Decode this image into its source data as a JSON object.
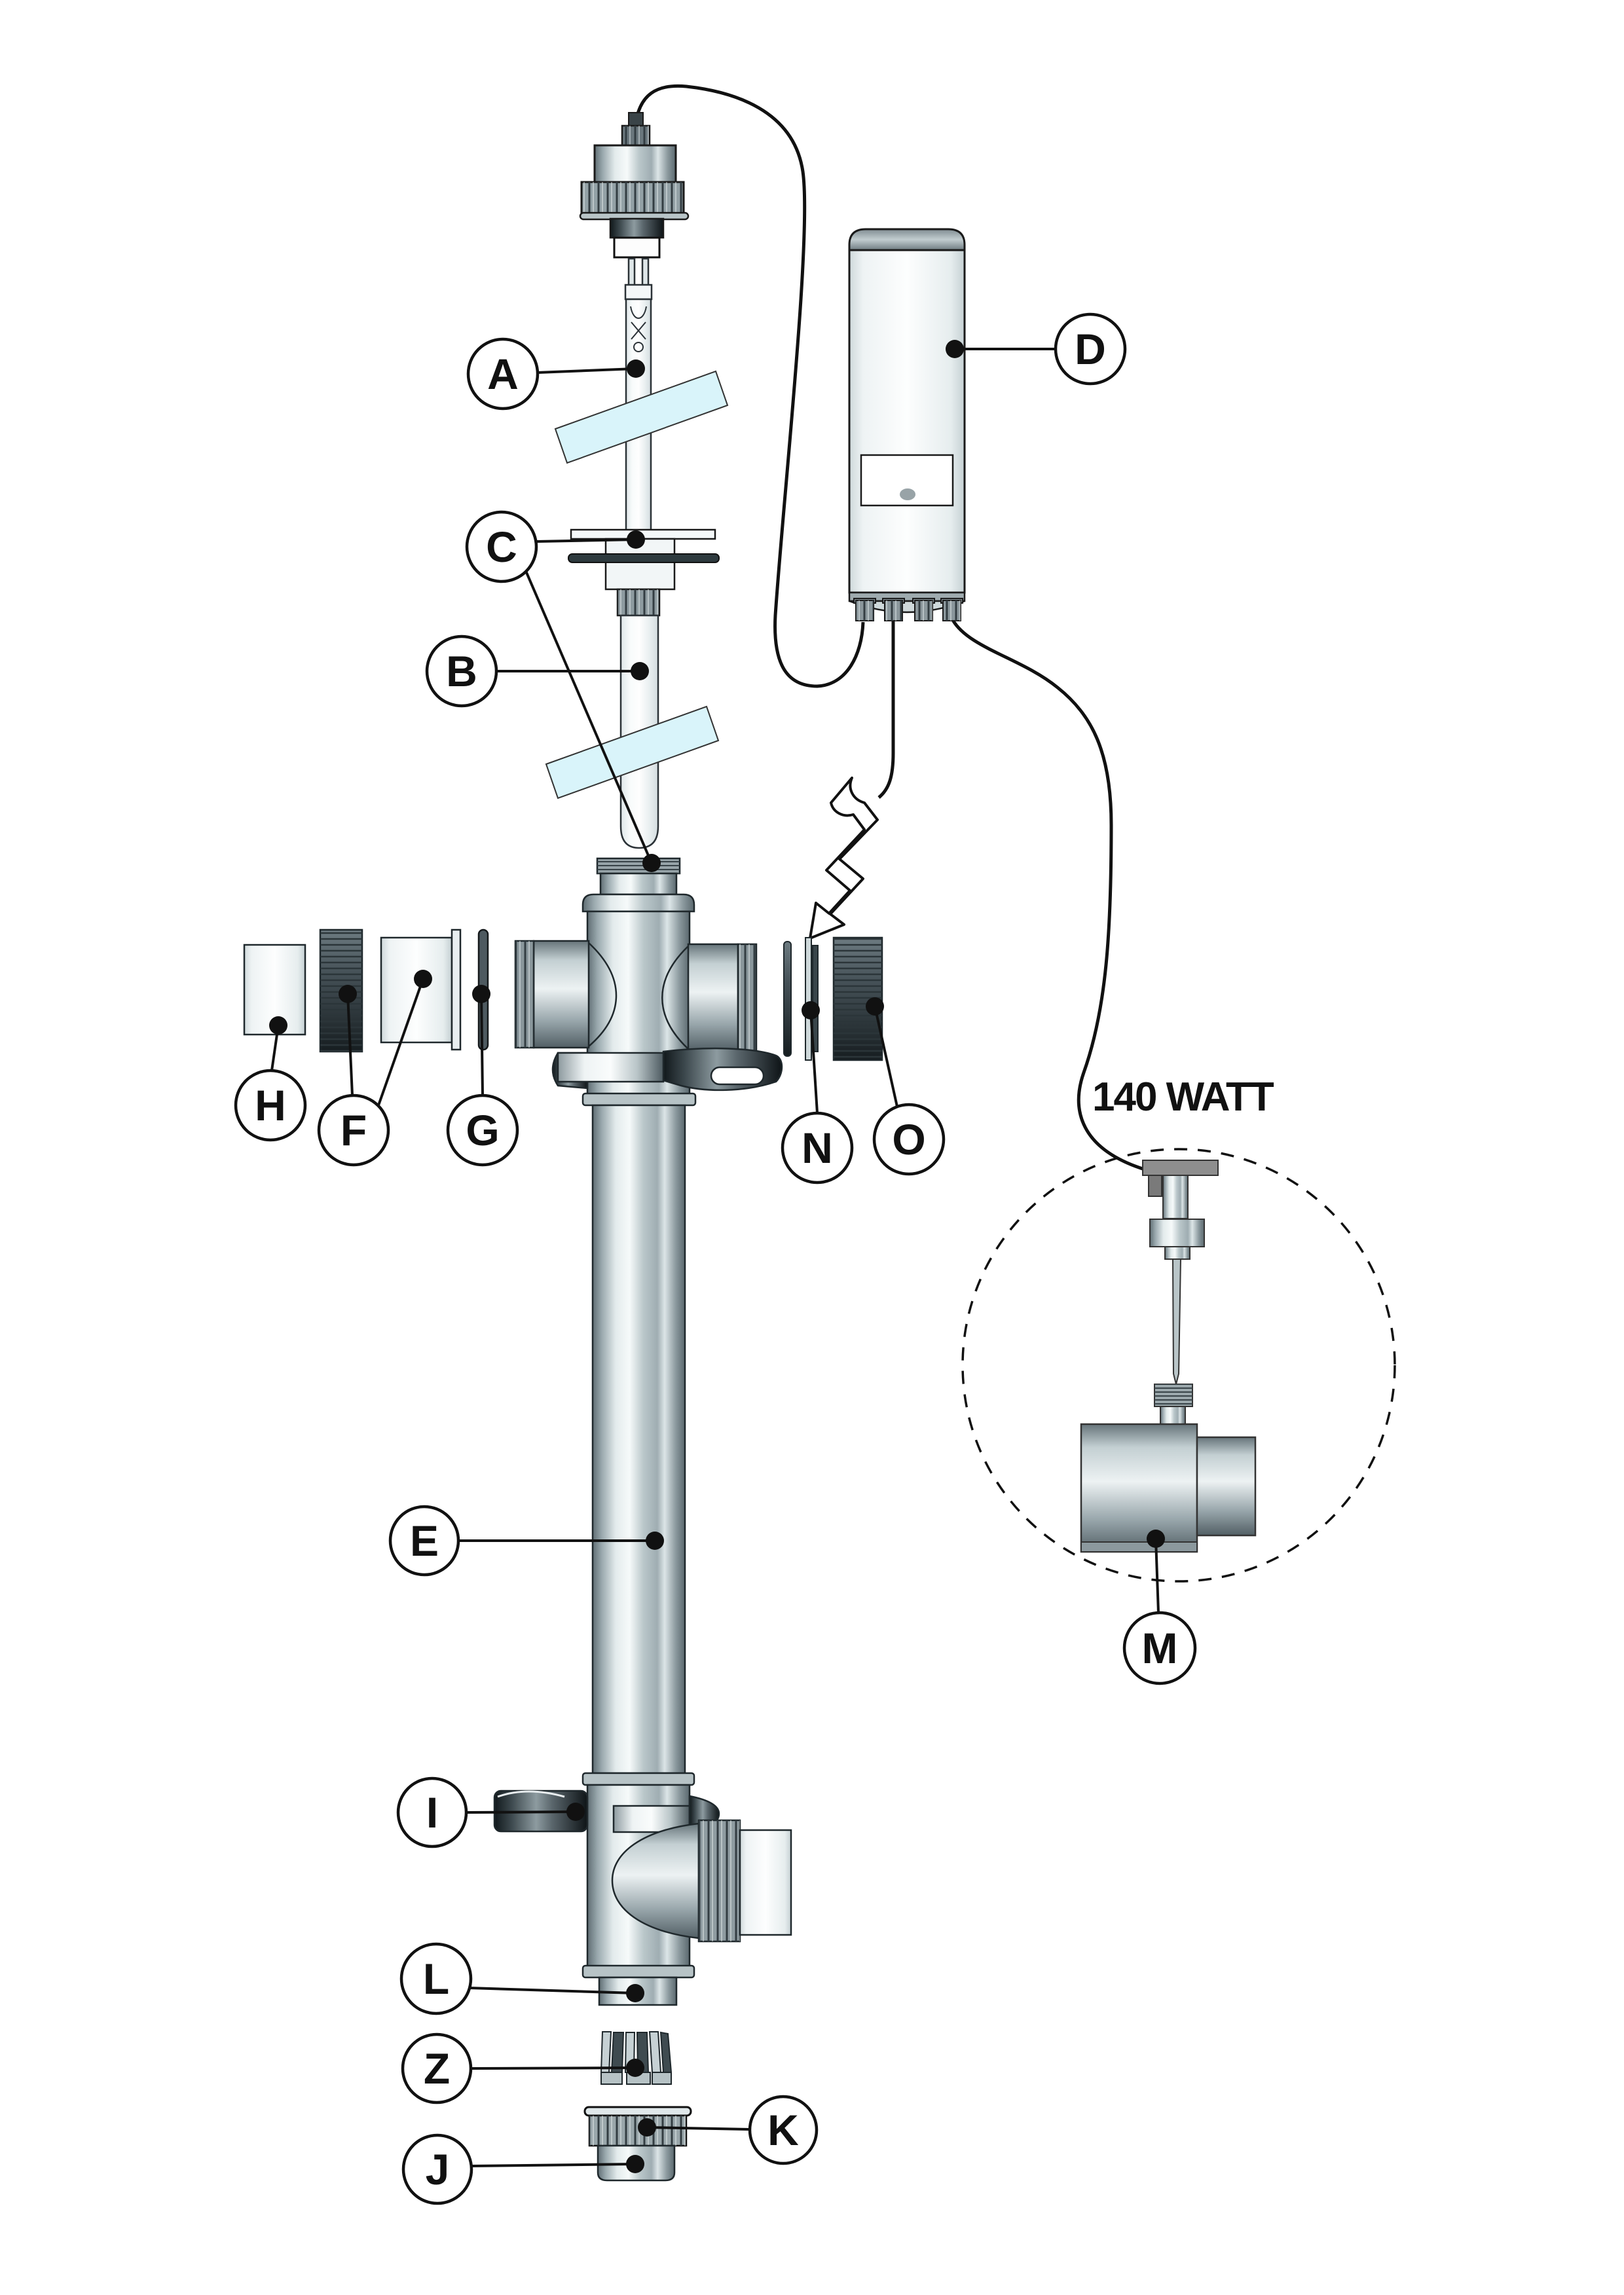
{
  "diagram": {
    "kind": "exploded parts diagram",
    "orientation": "vertical assembly with side-mounted ballast and detail bubble"
  },
  "part_labels": {
    "A": "A",
    "B": "B",
    "C": "C",
    "D": "D",
    "E": "E",
    "F": "F",
    "G": "G",
    "H": "H",
    "I": "I",
    "J": "J",
    "K": "K",
    "L": "L",
    "M": "M",
    "N": "N",
    "O": "O",
    "Z": "Z"
  },
  "annotations": {
    "power_rating": "140 WATT"
  },
  "colors": {
    "background": "#ffffff",
    "outline": "#111111",
    "metal_light": "#f5f9f9",
    "metal_mid": "#9aa9ae",
    "metal_dark": "#2b3539",
    "dark_fitting": "#11181b",
    "glass_highlight": "#d9f4fa",
    "white_part": "#fdfefe"
  }
}
